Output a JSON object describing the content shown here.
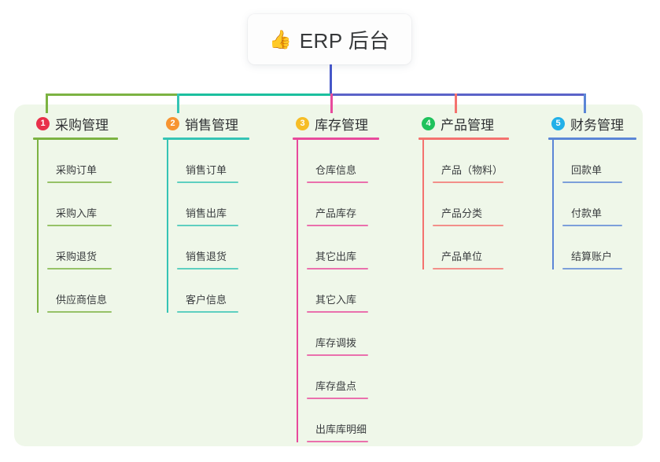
{
  "root": {
    "emoji": "👍",
    "emoji_name": "thumbs-up-icon",
    "title": "ERP 后台"
  },
  "colors": {
    "board_bg": "#eff7e9",
    "page_bg": "#ffffff",
    "stem_blue": "#4657c8",
    "seg_green": "#7cb342",
    "seg_teal": "#1bbf9e",
    "seg_purple": "#5a63c8",
    "branch1": "#7cb342",
    "branch2": "#35c4b5",
    "branch3": "#e84a9c",
    "branch4": "#f4726f",
    "branch5": "#5b86d6",
    "badge1": "#e8304a",
    "badge2": "#f79431",
    "badge3": "#f6bd26",
    "badge4": "#1fc25c",
    "badge5": "#22b0e8",
    "text": "#2f3133"
  },
  "branches": [
    {
      "index": "1",
      "title": "采购管理",
      "color": "#7cb342",
      "badge_color": "#e8304a",
      "items": [
        "采购订单",
        "采购入库",
        "采购退货",
        "供应商信息"
      ]
    },
    {
      "index": "2",
      "title": "销售管理",
      "color": "#35c4b5",
      "badge_color": "#f79431",
      "items": [
        "销售订单",
        "销售出库",
        "销售退货",
        "客户信息"
      ]
    },
    {
      "index": "3",
      "title": "库存管理",
      "color": "#e84a9c",
      "badge_color": "#f6bd26",
      "items": [
        "仓库信息",
        "产品库存",
        "其它出库",
        "其它入库",
        "库存调拨",
        "库存盘点",
        "出库库明细"
      ]
    },
    {
      "index": "4",
      "title": "产品管理",
      "color": "#f4726f",
      "badge_color": "#1fc25c",
      "items": [
        "产品（物料）",
        "产品分类",
        "产品单位"
      ]
    },
    {
      "index": "5",
      "title": "财务管理",
      "color": "#5b86d6",
      "badge_color": "#22b0e8",
      "items": [
        "回款单",
        "付款单",
        "结算账户"
      ]
    }
  ]
}
